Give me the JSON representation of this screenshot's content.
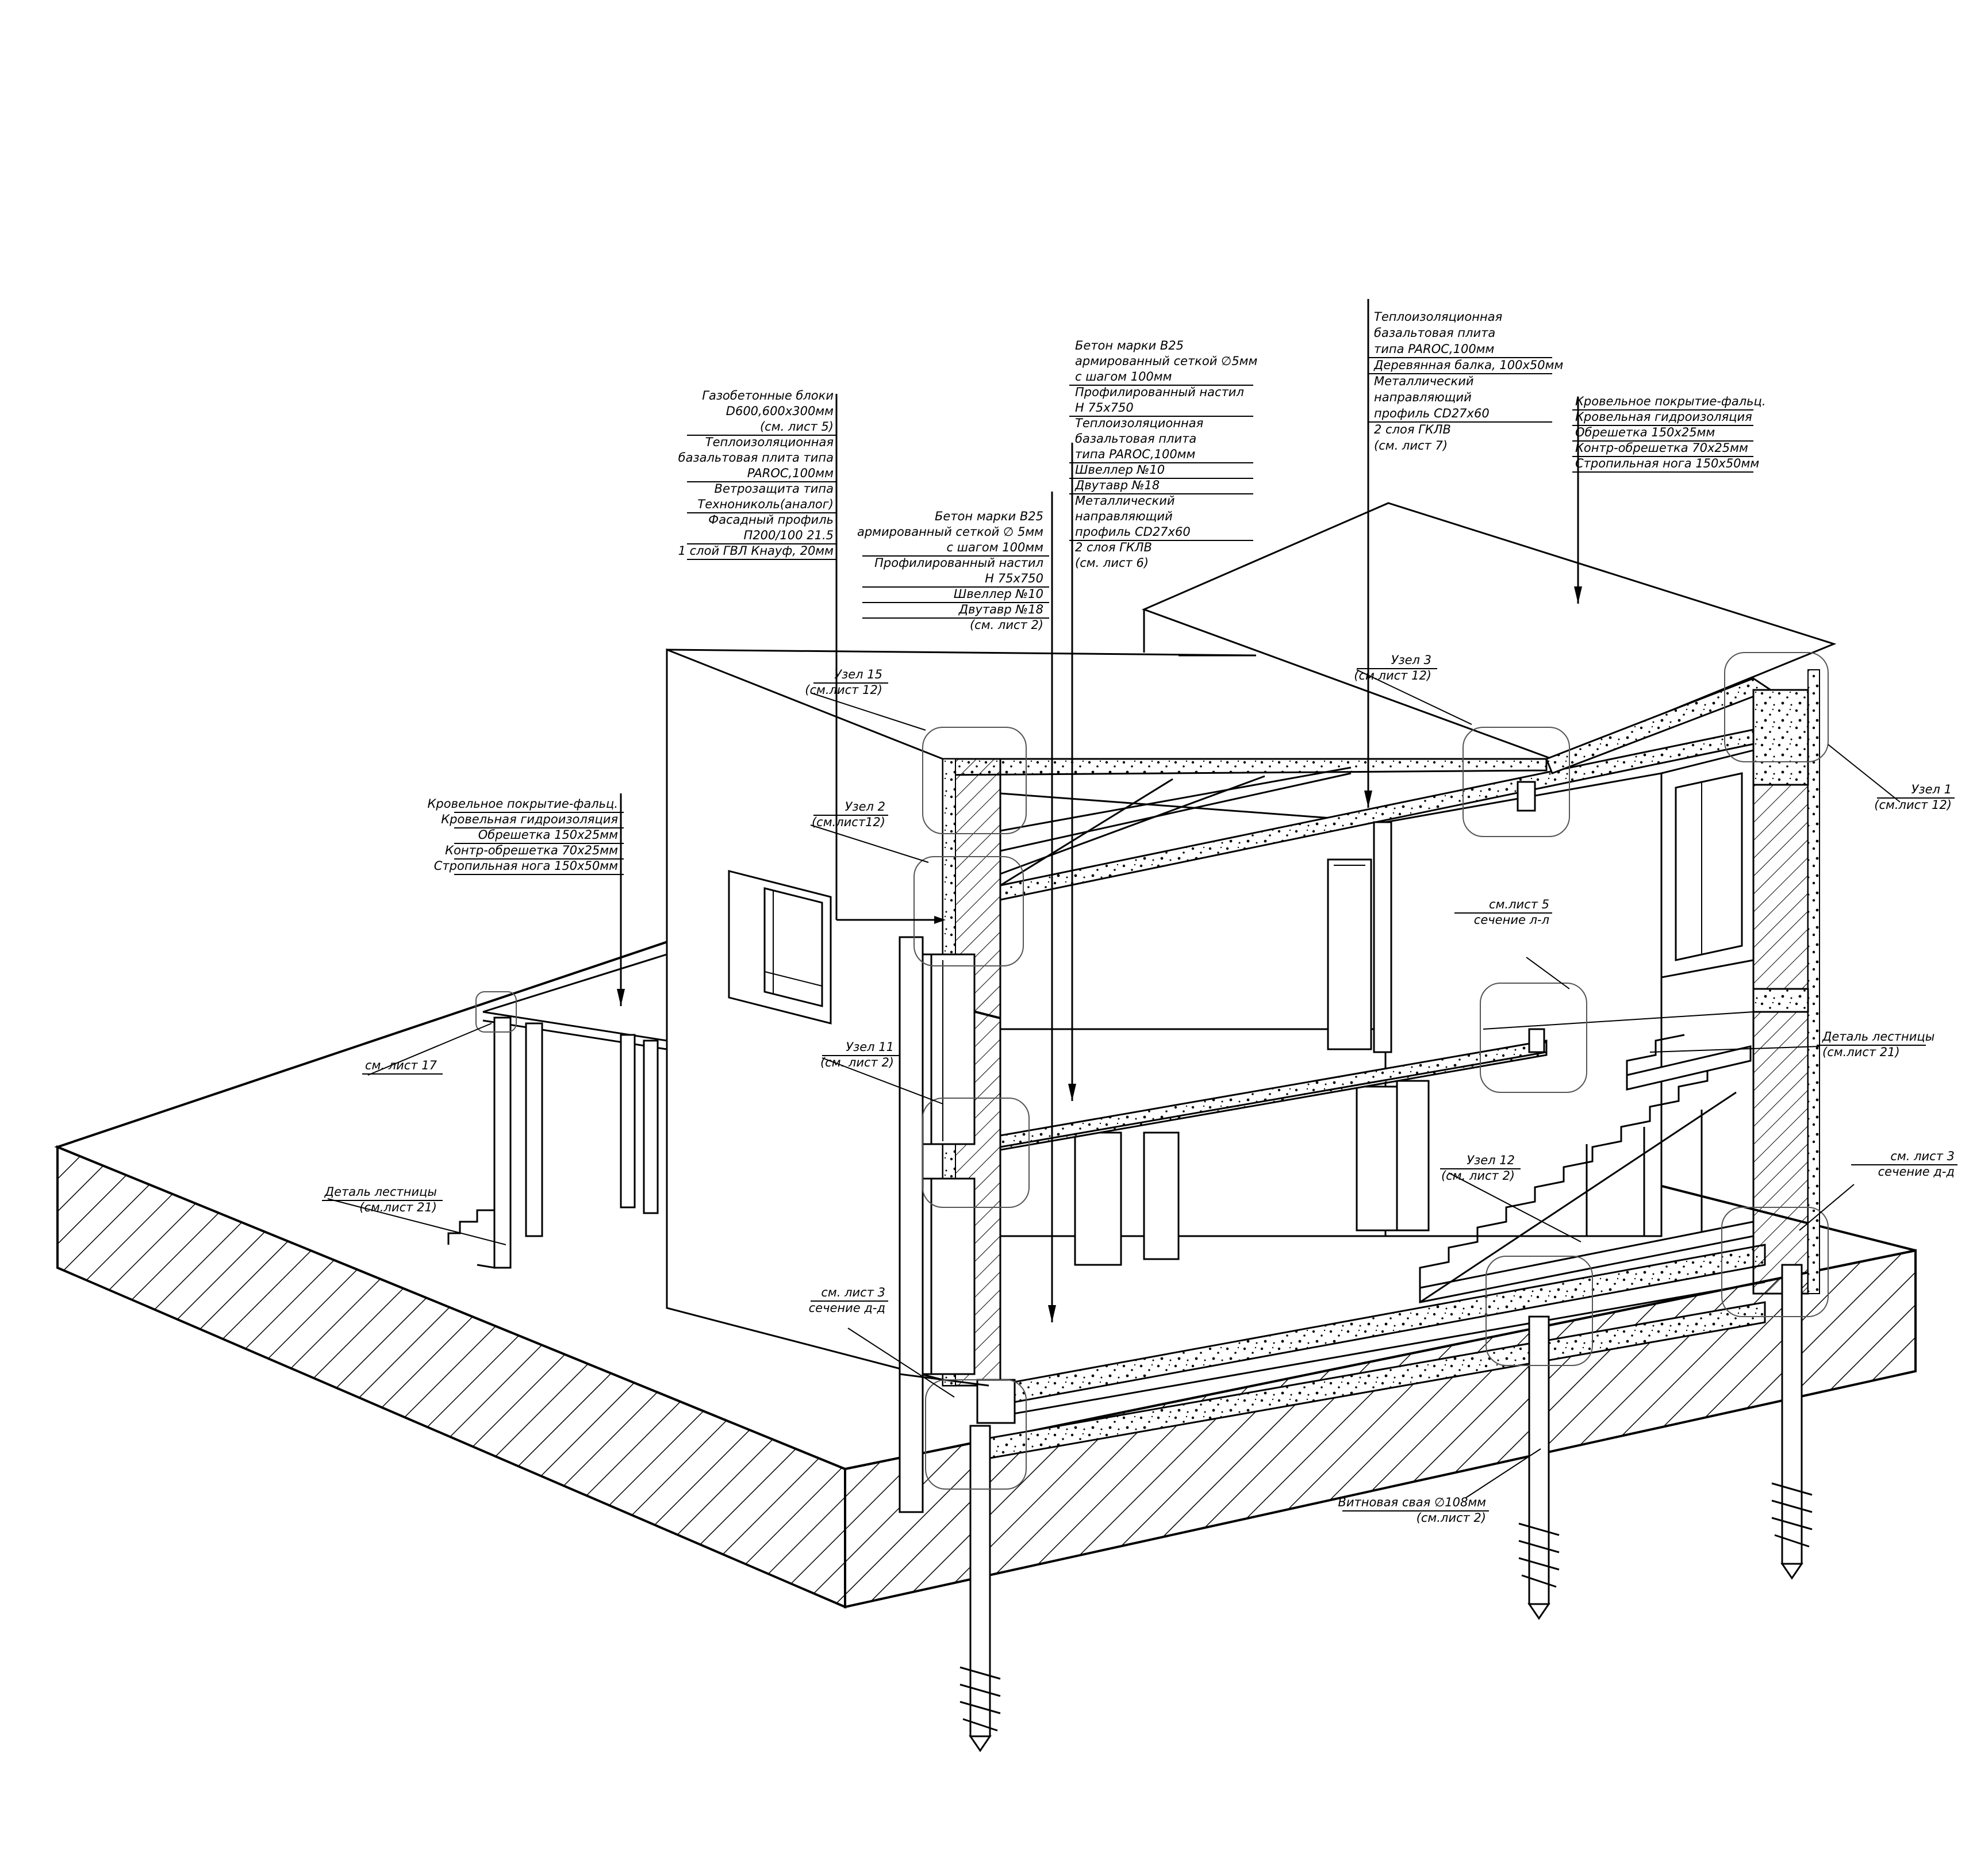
{
  "callouts": [
    {
      "id": "wall",
      "lines": [
        "Газобетонные блоки",
        "D600,600х300мм",
        "(см. лист 5)",
        "Теплоизоляционная",
        "базальтовая плита типа",
        "PAROC,100мм",
        "Ветрозащита типа",
        "Технониколь(аналог)",
        "Фасадный профиль",
        "П200/100 21.5",
        "1 слой ГВЛ Кнауф, 20мм"
      ]
    },
    {
      "id": "floor2",
      "lines": [
        "Бетон марки В25",
        "армированный сеткой ∅ 5мм",
        "с шагом 100мм",
        "Профилированный настил",
        "Н 75х750",
        "Швеллер №10",
        "Двутавр №18",
        "(см. лист 2)"
      ]
    },
    {
      "id": "floor1",
      "lines": [
        "Бетон марки В25",
        "армированный сеткой ∅5мм",
        "с шагом 100мм",
        "Профилированный настил",
        "Н 75х750",
        "Теплоизоляционная",
        "базальтовая плита",
        "типа PAROC,100мм",
        "Швеллер №10",
        "Двутавр №18",
        "Металлический",
        "направляющий",
        "профиль CD27х60",
        "2 слоя ГКЛВ",
        "(см. лист 6)"
      ]
    },
    {
      "id": "ceiling",
      "lines": [
        "Теплоизоляционная",
        "базальтовая плита",
        "типа PAROC,100мм",
        "Деревянная балка, 100х50мм",
        "Металлический",
        "направляющий",
        "профиль CD27х60",
        "2 слоя ГКЛВ",
        "(см. лист 7)"
      ]
    },
    {
      "id": "roofRight",
      "lines": [
        "Кровельное покрытие-фальц.",
        "Кровельная гидроизоляция",
        "Обрешетка 150х25мм",
        "Контр-обрешетка 70х25мм",
        "Стропильная нога 150х50мм"
      ]
    },
    {
      "id": "roofLeft",
      "lines": [
        "Кровельное покрытие-фальц.",
        "Кровельная гидроизоляция",
        "Обрешетка 150х25мм",
        "Контр-обрешетка 70х25мм",
        "Стропильная нога 150х50мм"
      ]
    }
  ],
  "labels": {
    "uzel15": [
      "Узел 15",
      "(см.лист 12)"
    ],
    "uzel2": [
      "Узел 2",
      "(см.лист12)"
    ],
    "uzel3": [
      "Узел 3",
      "(см.лист 12)"
    ],
    "uzel1": [
      "Узел 1",
      "(см.лист 12)"
    ],
    "uzel11": [
      "Узел 11",
      "(см. лист 2)"
    ],
    "uzel12": [
      "Узел 12",
      "(см. лист 2)"
    ],
    "sheet5": [
      "см.лист 5",
      "сечение л-л"
    ],
    "stairsRight": [
      "Деталь лестницы",
      "(см.лист 21)"
    ],
    "sheet3Right": [
      "см. лист 3",
      "сечение д-д"
    ],
    "sheet3Left": [
      "см. лист 3",
      "сечение д-д"
    ],
    "stairsLeft": [
      "Деталь лестницы",
      "(см.лист 21)"
    ],
    "sheet17": [
      "см. лист 17"
    ],
    "pile": [
      "Витновая свая ∅108мм",
      "(см.лист 2)"
    ]
  }
}
